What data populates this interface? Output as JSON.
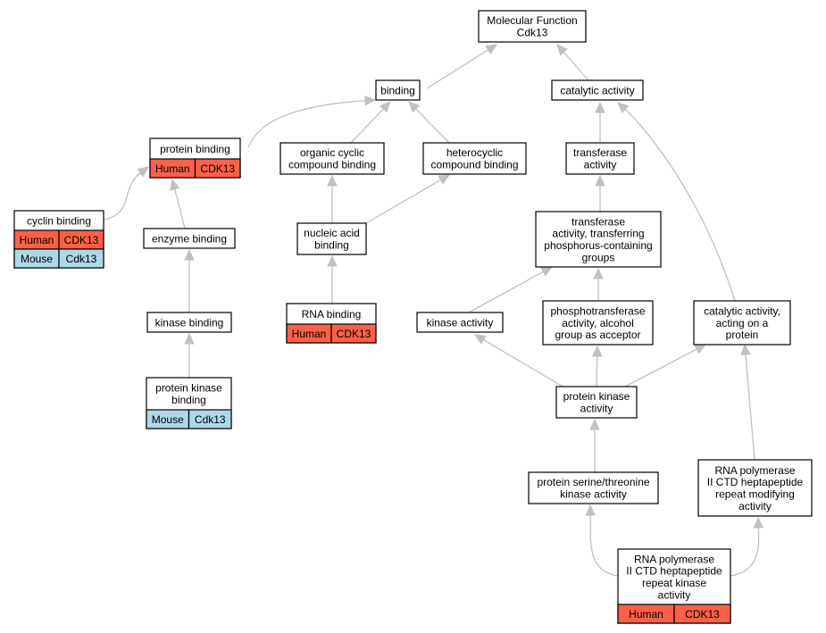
{
  "colors": {
    "human": "#fa6148",
    "mouse": "#add8e6",
    "edge": "#c0c0c0"
  },
  "nodes": {
    "molecular_function": {
      "lines": [
        "Molecular Function",
        "Cdk13"
      ]
    },
    "binding": {
      "lines": [
        "binding"
      ]
    },
    "catalytic_activity": {
      "lines": [
        "catalytic activity"
      ]
    },
    "protein_binding": {
      "lines": [
        "protein binding"
      ],
      "annotations": [
        {
          "species": "Human",
          "gene": "CDK13"
        }
      ]
    },
    "organic_cyclic": {
      "lines": [
        "organic cyclic",
        "compound binding"
      ]
    },
    "heterocyclic": {
      "lines": [
        "heterocyclic",
        "compound binding"
      ]
    },
    "transferase_activity": {
      "lines": [
        "transferase",
        "activity"
      ]
    },
    "cyclin_binding": {
      "lines": [
        "cyclin binding"
      ],
      "annotations": [
        {
          "species": "Human",
          "gene": "CDK13"
        },
        {
          "species": "Mouse",
          "gene": "Cdk13"
        }
      ]
    },
    "enzyme_binding": {
      "lines": [
        "enzyme binding"
      ]
    },
    "nucleic_acid": {
      "lines": [
        "nucleic acid",
        "binding"
      ]
    },
    "transferase_phosphorus": {
      "lines": [
        "transferase",
        "activity, transferring",
        "phosphorus-containing",
        "groups"
      ]
    },
    "kinase_binding": {
      "lines": [
        "kinase binding"
      ]
    },
    "rna_binding": {
      "lines": [
        "RNA binding"
      ],
      "annotations": [
        {
          "species": "Human",
          "gene": "CDK13"
        }
      ]
    },
    "kinase_activity": {
      "lines": [
        "kinase activity"
      ]
    },
    "phosphotransferase": {
      "lines": [
        "phosphotransferase",
        "activity, alcohol",
        "group as acceptor"
      ]
    },
    "catalytic_protein": {
      "lines": [
        "catalytic activity,",
        "acting on a",
        "protein"
      ]
    },
    "protein_kinase_binding": {
      "lines": [
        "protein kinase",
        "binding"
      ],
      "annotations": [
        {
          "species": "Mouse",
          "gene": "Cdk13"
        }
      ]
    },
    "protein_kinase_activity": {
      "lines": [
        "protein kinase",
        "activity"
      ]
    },
    "ser_thr_kinase": {
      "lines": [
        "protein serine/threonine",
        "kinase activity"
      ]
    },
    "ctd_modifying": {
      "lines": [
        "RNA polymerase",
        "II CTD heptapeptide",
        "repeat modifying",
        "activity"
      ]
    },
    "ctd_kinase": {
      "lines": [
        "RNA polymerase",
        "II CTD heptapeptide",
        "repeat kinase",
        "activity"
      ],
      "annotations": [
        {
          "species": "Human",
          "gene": "CDK13"
        }
      ]
    }
  },
  "edges": [
    {
      "from": "binding",
      "to": "molecular_function"
    },
    {
      "from": "catalytic_activity",
      "to": "molecular_function"
    },
    {
      "from": "protein_binding",
      "to": "binding"
    },
    {
      "from": "organic_cyclic",
      "to": "binding"
    },
    {
      "from": "heterocyclic",
      "to": "binding"
    },
    {
      "from": "transferase_activity",
      "to": "catalytic_activity"
    },
    {
      "from": "catalytic_protein",
      "to": "catalytic_activity"
    },
    {
      "from": "cyclin_binding",
      "to": "protein_binding"
    },
    {
      "from": "enzyme_binding",
      "to": "protein_binding"
    },
    {
      "from": "nucleic_acid",
      "to": "organic_cyclic"
    },
    {
      "from": "nucleic_acid",
      "to": "heterocyclic"
    },
    {
      "from": "transferase_phosphorus",
      "to": "transferase_activity"
    },
    {
      "from": "kinase_binding",
      "to": "enzyme_binding"
    },
    {
      "from": "rna_binding",
      "to": "nucleic_acid"
    },
    {
      "from": "kinase_activity",
      "to": "transferase_phosphorus"
    },
    {
      "from": "phosphotransferase",
      "to": "transferase_phosphorus"
    },
    {
      "from": "protein_kinase_binding",
      "to": "kinase_binding"
    },
    {
      "from": "protein_kinase_activity",
      "to": "kinase_activity"
    },
    {
      "from": "protein_kinase_activity",
      "to": "phosphotransferase"
    },
    {
      "from": "protein_kinase_activity",
      "to": "catalytic_protein"
    },
    {
      "from": "ser_thr_kinase",
      "to": "protein_kinase_activity"
    },
    {
      "from": "ctd_modifying",
      "to": "catalytic_protein"
    },
    {
      "from": "ctd_kinase",
      "to": "ser_thr_kinase"
    },
    {
      "from": "ctd_kinase",
      "to": "ctd_modifying"
    }
  ]
}
